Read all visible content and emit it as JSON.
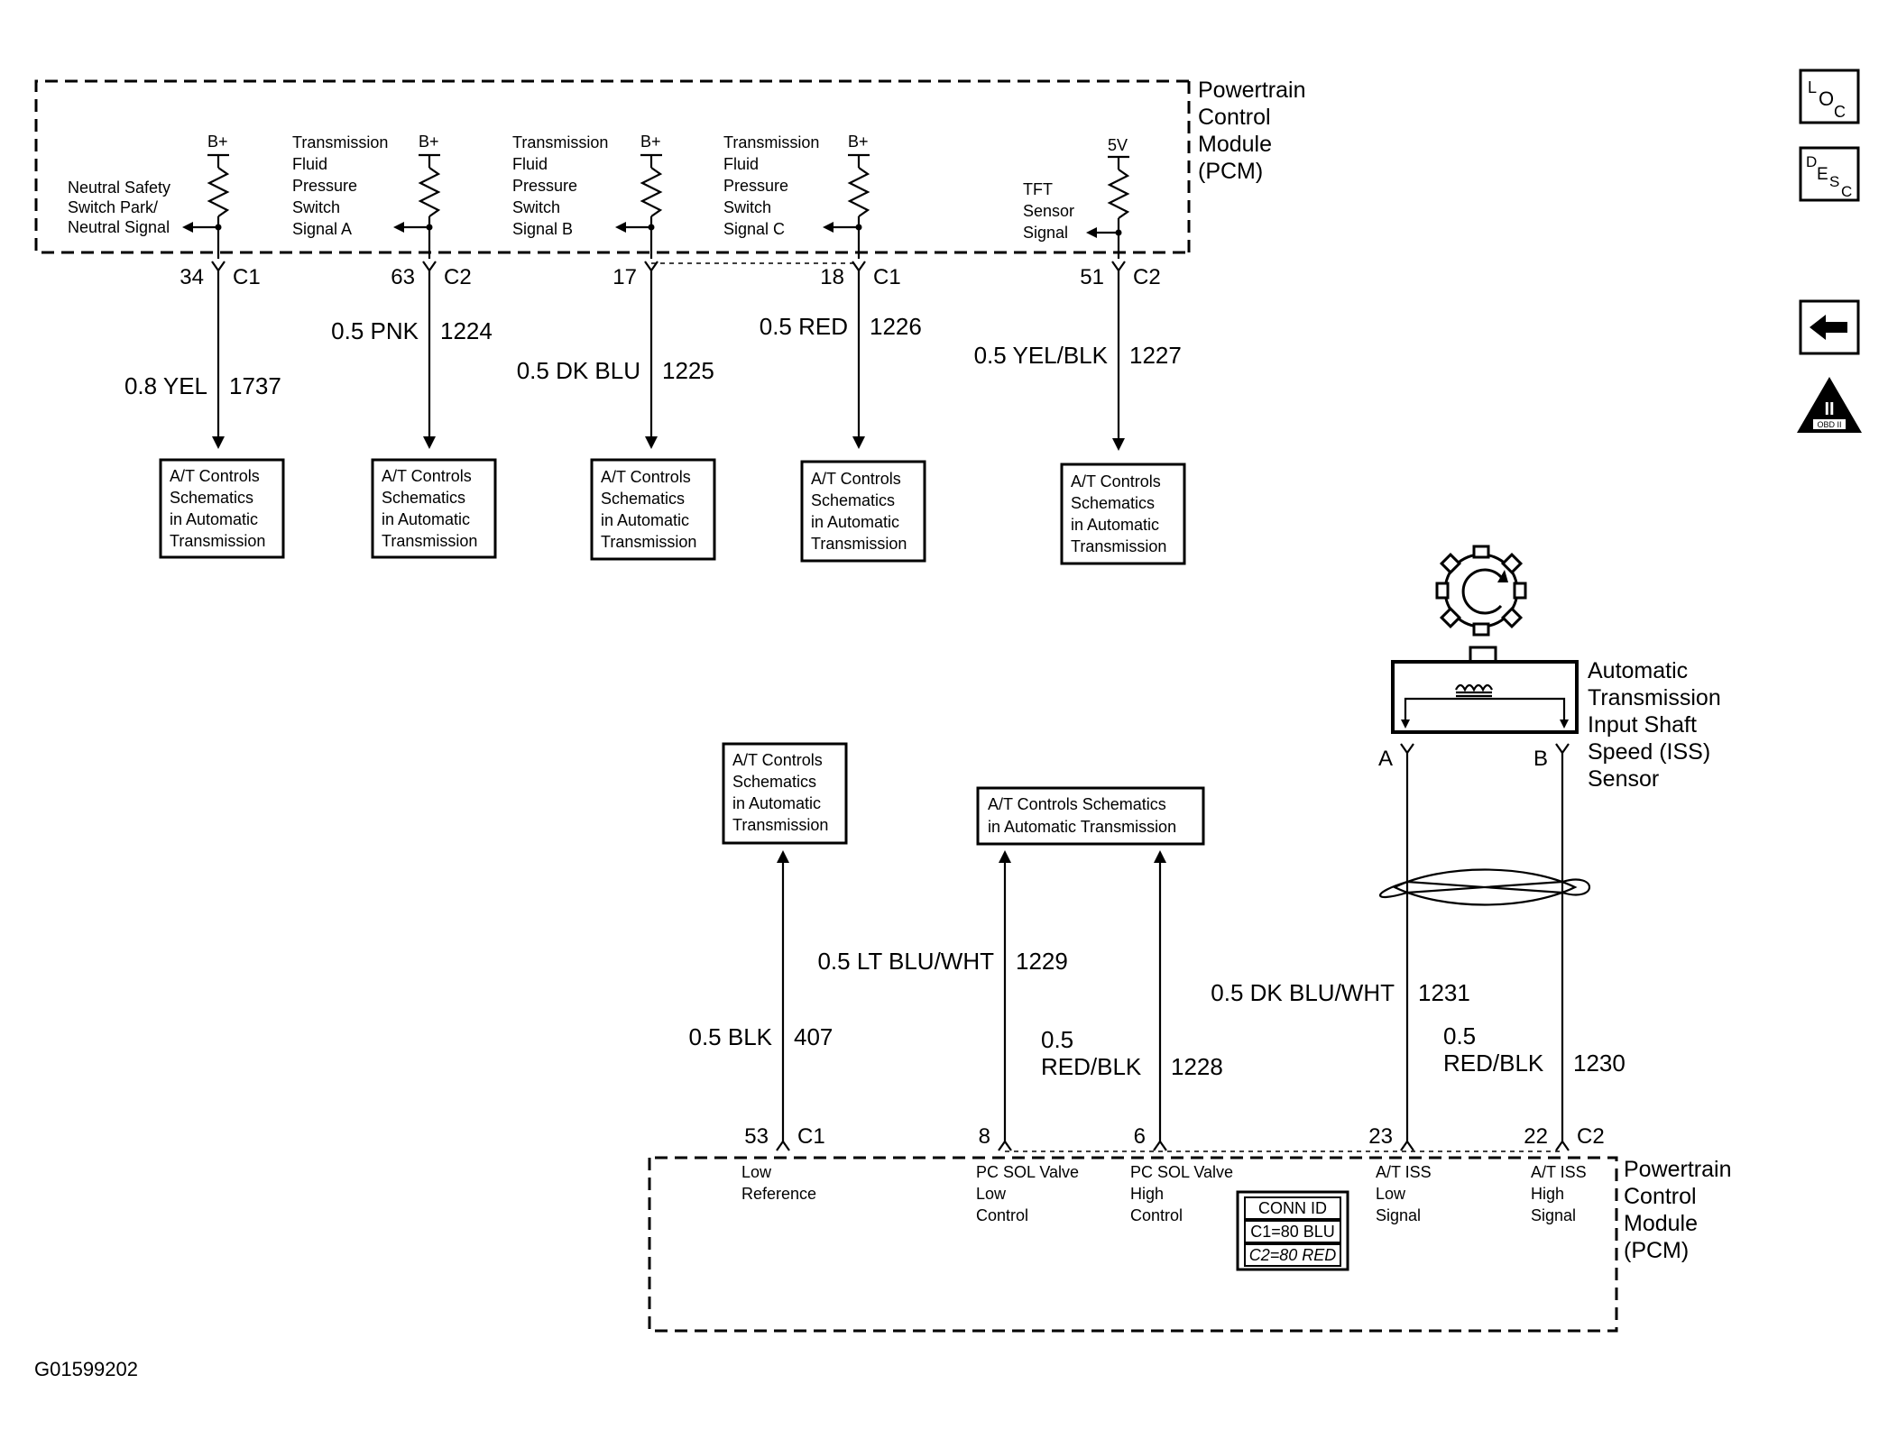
{
  "pcm_top": {
    "title": [
      "Powertrain",
      "Control",
      "Module",
      "(PCM)"
    ],
    "circuits": [
      {
        "supply": "B+",
        "signal_lines": [
          "Neutral Safety",
          "Switch Park/",
          "Neutral Signal"
        ],
        "pin": "34",
        "connector": "C1",
        "wire_size_color": "0.8 YEL",
        "circuit": "1737"
      },
      {
        "supply": "B+",
        "signal_lines": [
          "Transmission",
          "Fluid",
          "Pressure",
          "Switch",
          "Signal A"
        ],
        "pin": "63",
        "connector": "C2",
        "wire_size_color": "0.5 PNK",
        "circuit": "1224"
      },
      {
        "supply": "B+",
        "signal_lines": [
          "Transmission",
          "Fluid",
          "Pressure",
          "Switch",
          "Signal B"
        ],
        "pin": "17",
        "connector": "",
        "wire_size_color": "0.5 DK BLU",
        "circuit": "1225"
      },
      {
        "supply": "B+",
        "signal_lines": [
          "Transmission",
          "Fluid",
          "Pressure",
          "Switch",
          "Signal C"
        ],
        "pin": "18",
        "connector": "C1",
        "wire_size_color": "0.5 RED",
        "circuit": "1226"
      },
      {
        "supply": "5V",
        "signal_lines": [
          "TFT",
          "Sensor",
          "Signal"
        ],
        "pin": "51",
        "connector": "C2",
        "wire_size_color": "0.5 YEL/BLK",
        "circuit": "1227"
      }
    ]
  },
  "ref_box_lines": [
    "A/T Controls",
    "Schematics",
    "in Automatic",
    "Transmission"
  ],
  "ref_box_wide_lines": [
    "A/T Controls Schematics",
    "in Automatic Transmission"
  ],
  "iss_sensor": {
    "title": [
      "Automatic",
      "Transmission",
      "Input Shaft",
      "Speed (ISS)",
      "Sensor"
    ],
    "terminal_a": "A",
    "terminal_b": "B"
  },
  "pcm_bottom": {
    "title": [
      "Powertrain",
      "Control",
      "Module",
      "(PCM)"
    ],
    "circuits": [
      {
        "pin": "53",
        "connector": "C1",
        "wire_size_color": "0.5 BLK",
        "circuit": "407",
        "label_lines": [
          "Low",
          "Reference"
        ]
      },
      {
        "pin": "8",
        "connector": "",
        "wire_size_color": "0.5 LT BLU/WHT",
        "circuit": "1229",
        "label_lines": [
          "PC SOL Valve",
          "Low",
          "Control"
        ]
      },
      {
        "pin": "6",
        "connector": "",
        "wire_size_color": [
          "0.5",
          "RED/BLK"
        ],
        "circuit": "1228",
        "label_lines": [
          "PC SOL Valve",
          "High",
          "Control"
        ]
      },
      {
        "pin": "23",
        "connector": "",
        "wire_size_color": "0.5 DK BLU/WHT",
        "circuit": "1231",
        "label_lines": [
          "A/T ISS",
          "Low",
          "Signal"
        ]
      },
      {
        "pin": "22",
        "connector": "C2",
        "wire_size_color": [
          "0.5",
          "RED/BLK"
        ],
        "circuit": "1230",
        "label_lines": [
          "A/T ISS",
          "High",
          "Signal"
        ]
      }
    ],
    "conn_id": {
      "header": "CONN ID",
      "c1": "C1=80 BLU",
      "c2": "C2=80 RED"
    }
  },
  "side_icons": {
    "loc": {
      "l": "L",
      "o": "O",
      "c": "C"
    },
    "desc": {
      "d": "D",
      "e": "E",
      "s": "S",
      "c": "C"
    },
    "obd": {
      "numeral": "II",
      "label": "OBD II"
    }
  },
  "figure_id": "G01599202"
}
